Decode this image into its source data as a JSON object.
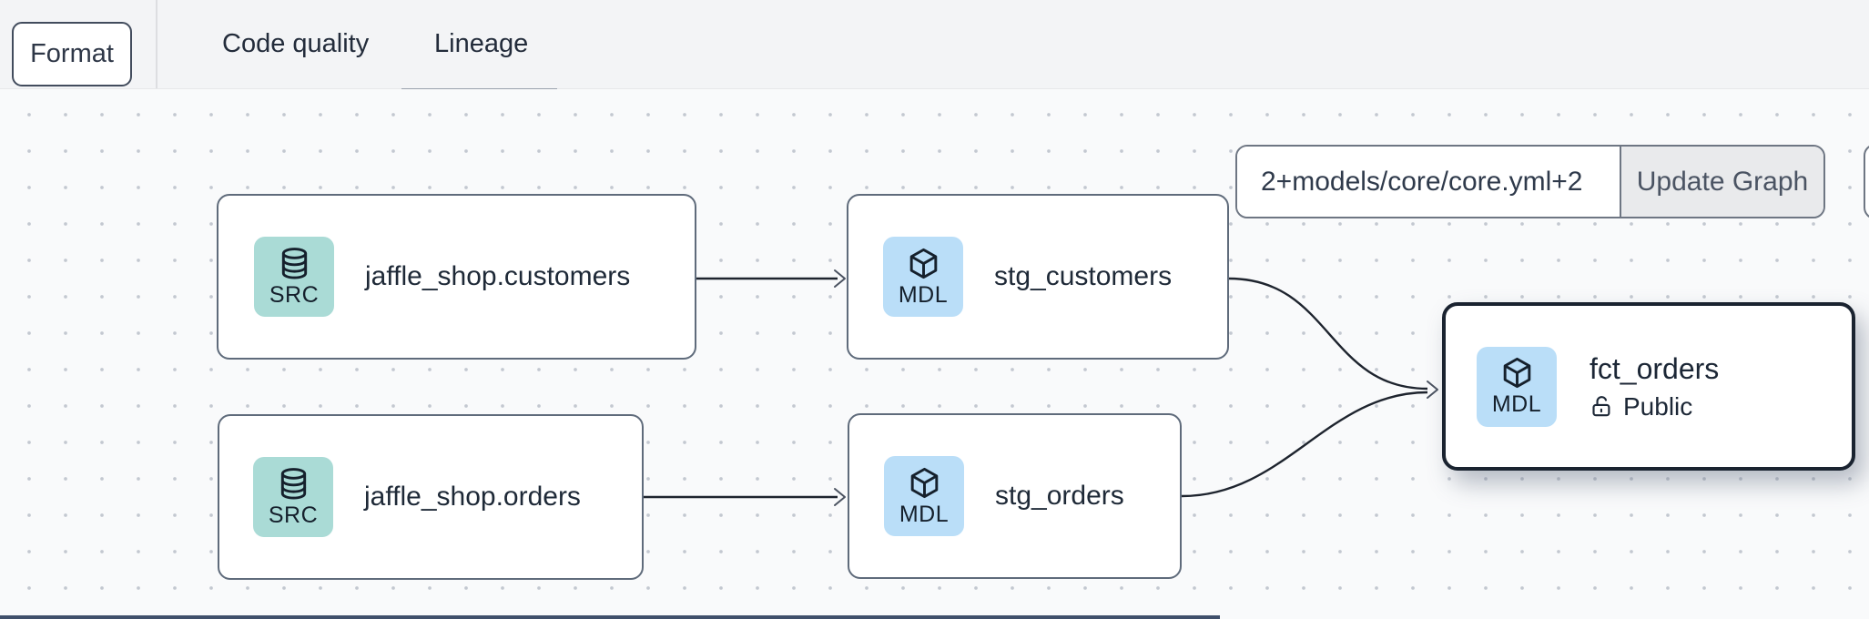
{
  "toolbar": {
    "format_button": "Format",
    "tabs": [
      {
        "label": "Code quality",
        "active": false
      },
      {
        "label": "Lineage",
        "active": true
      }
    ]
  },
  "graph_controls": {
    "selector_input": "2+models/core/core.yml+2",
    "update_button": "Update Graph"
  },
  "graph": {
    "nodes": [
      {
        "id": "jaffle_shop.customers",
        "badge": "SRC",
        "icon": "database-icon",
        "label": "jaffle_shop.customers",
        "selected": false
      },
      {
        "id": "stg_customers",
        "badge": "MDL",
        "icon": "cube-icon",
        "label": "stg_customers",
        "selected": false
      },
      {
        "id": "jaffle_shop.orders",
        "badge": "SRC",
        "icon": "database-icon",
        "label": "jaffle_shop.orders",
        "selected": false
      },
      {
        "id": "stg_orders",
        "badge": "MDL",
        "icon": "cube-icon",
        "label": "stg_orders",
        "selected": false
      },
      {
        "id": "fct_orders",
        "badge": "MDL",
        "icon": "cube-icon",
        "label": "fct_orders",
        "access": "Public",
        "selected": true
      }
    ],
    "edges": [
      {
        "from": "jaffle_shop.customers",
        "to": "stg_customers"
      },
      {
        "from": "jaffle_shop.orders",
        "to": "stg_orders"
      },
      {
        "from": "stg_customers",
        "to": "fct_orders"
      },
      {
        "from": "stg_orders",
        "to": "fct_orders"
      }
    ]
  },
  "colors": {
    "topbar_bg": "#f3f4f6",
    "canvas_bg": "#f9fafb",
    "tab_underline": "#99a1ad",
    "source_badge_bg": "#aadbd6",
    "model_badge_bg": "#badef8",
    "node_border": "#5f6b7b",
    "selected_node_border": "#1a2330",
    "edge": "#1e242e"
  }
}
